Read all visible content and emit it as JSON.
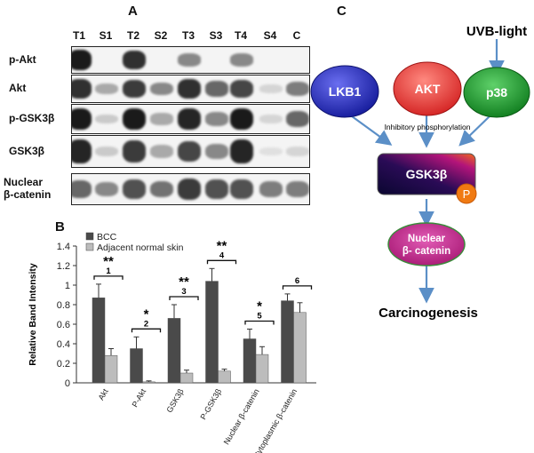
{
  "panel_a": {
    "letter": "A",
    "lanes": [
      "T1",
      "S1",
      "T2",
      "S2",
      "T3",
      "S3",
      "T4",
      "S4",
      "C"
    ],
    "rows": [
      {
        "label": [
          "p-Akt"
        ],
        "intensity": [
          0.95,
          0.0,
          0.85,
          0.0,
          0.45,
          0.0,
          0.45,
          0.0,
          0.0
        ]
      },
      {
        "label": [
          "Akt"
        ],
        "intensity": [
          0.85,
          0.3,
          0.8,
          0.45,
          0.85,
          0.6,
          0.75,
          0.1,
          0.5
        ]
      },
      {
        "label": [
          "p-GSK3β"
        ],
        "intensity": [
          0.95,
          0.15,
          0.95,
          0.3,
          0.9,
          0.45,
          0.95,
          0.1,
          0.6
        ]
      },
      {
        "label": [
          "GSK3β"
        ],
        "intensity": [
          0.9,
          0.15,
          0.8,
          0.3,
          0.75,
          0.45,
          0.9,
          0.05,
          0.1
        ]
      },
      {
        "label": [
          "Nuclear",
          "β-catenin"
        ],
        "intensity": [
          0.6,
          0.45,
          0.7,
          0.55,
          0.8,
          0.7,
          0.7,
          0.5,
          0.5
        ]
      }
    ]
  },
  "panel_b": {
    "letter": "B",
    "chart_data": {
      "type": "bar",
      "categories": [
        "Akt",
        "P-Akt",
        "GSK3β",
        "P-GSK3β",
        "Nuclear β-catenin",
        "Cytoplasmic β-catenin"
      ],
      "series": [
        {
          "name": "BCC",
          "values": [
            0.87,
            0.35,
            0.66,
            1.04,
            0.45,
            0.84
          ],
          "errors": [
            0.14,
            0.12,
            0.14,
            0.13,
            0.1,
            0.07
          ],
          "color": "#4a4a4a"
        },
        {
          "name": "Adjacent normal skin",
          "values": [
            0.28,
            0.01,
            0.1,
            0.12,
            0.29,
            0.72
          ],
          "errors": [
            0.07,
            0.01,
            0.03,
            0.02,
            0.08,
            0.1
          ],
          "color": "#bcbcbc"
        }
      ],
      "significance": [
        {
          "stars": "**",
          "number": "1"
        },
        {
          "stars": "*",
          "number": "2"
        },
        {
          "stars": "**",
          "number": "3"
        },
        {
          "stars": "**",
          "number": "4"
        },
        {
          "stars": "*",
          "number": "5"
        },
        {
          "stars": "",
          "number": "6"
        }
      ],
      "ylabel": "Relative Band Intensity",
      "xlabel": "",
      "yticks": [
        "0",
        "0.2",
        "0.4",
        "0.6",
        "0.8",
        "1",
        "1.2",
        "1.4"
      ],
      "ylim": [
        0,
        1.4
      ],
      "legend_position": "top-left"
    }
  },
  "panel_c": {
    "letter": "C",
    "uvb": "UVB-light",
    "lkb1": "LKB1",
    "akt": "AKT",
    "p38": "p38",
    "inhibitory": "Inhibitory phosphorylation",
    "gsk": "GSK3β",
    "p": "P",
    "nuclear_line1": "Nuclear",
    "nuclear_line2": "β- catenin",
    "carcinogenesis": "Carcinogenesis"
  }
}
